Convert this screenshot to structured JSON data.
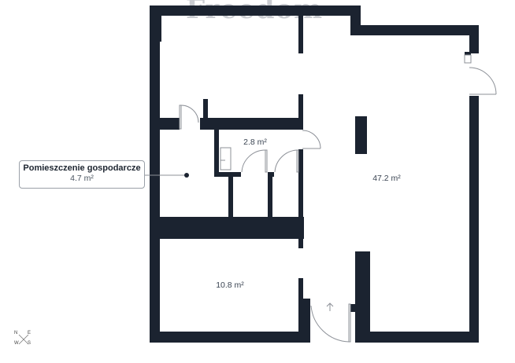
{
  "watermark": "Freedom",
  "rooms": [
    {
      "id": "main",
      "area": "47.2 m²"
    },
    {
      "id": "bathroom",
      "area": "2.8 m²"
    },
    {
      "id": "lower-room",
      "area": "10.8 m²"
    }
  ],
  "callout": {
    "title": "Pomieszczenie gospodarcze",
    "area": "4.7 m²"
  },
  "compass": {
    "n": "N",
    "e": "E",
    "w": "W",
    "s": "S"
  },
  "colors": {
    "wall": "#1b2330",
    "door": "#8c9097",
    "background": "#ffffff",
    "label": "#3a4452"
  }
}
